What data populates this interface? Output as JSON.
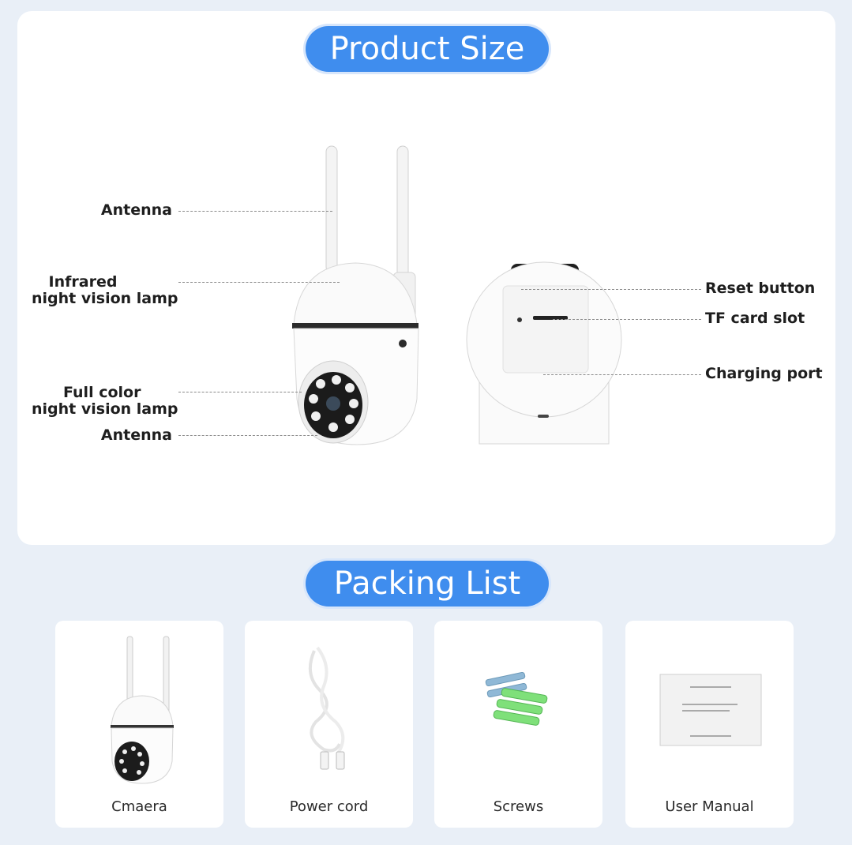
{
  "section_product": {
    "title": "Product Size"
  },
  "section_packing": {
    "title": "Packing List"
  },
  "callouts": {
    "antenna_top": "Antenna",
    "infrared_line1": "Infrared",
    "infrared_line2": "night vision lamp",
    "fullcolor_line1": "Full color",
    "fullcolor_line2": "night vision lamp",
    "antenna_bottom": "Antenna",
    "reset_button": "Reset button",
    "tf_card_slot": "TF card slot",
    "charging_port": "Charging port"
  },
  "packing_items": [
    {
      "label": "Cmaera",
      "icon": "camera-icon"
    },
    {
      "label": "Power cord",
      "icon": "cable-icon"
    },
    {
      "label": "Screws",
      "icon": "screws-icon"
    },
    {
      "label": "User Manual",
      "icon": "manual-icon"
    }
  ],
  "colors": {
    "accent": "#3f8dee",
    "background": "#e9eff7",
    "panel": "#ffffff"
  }
}
